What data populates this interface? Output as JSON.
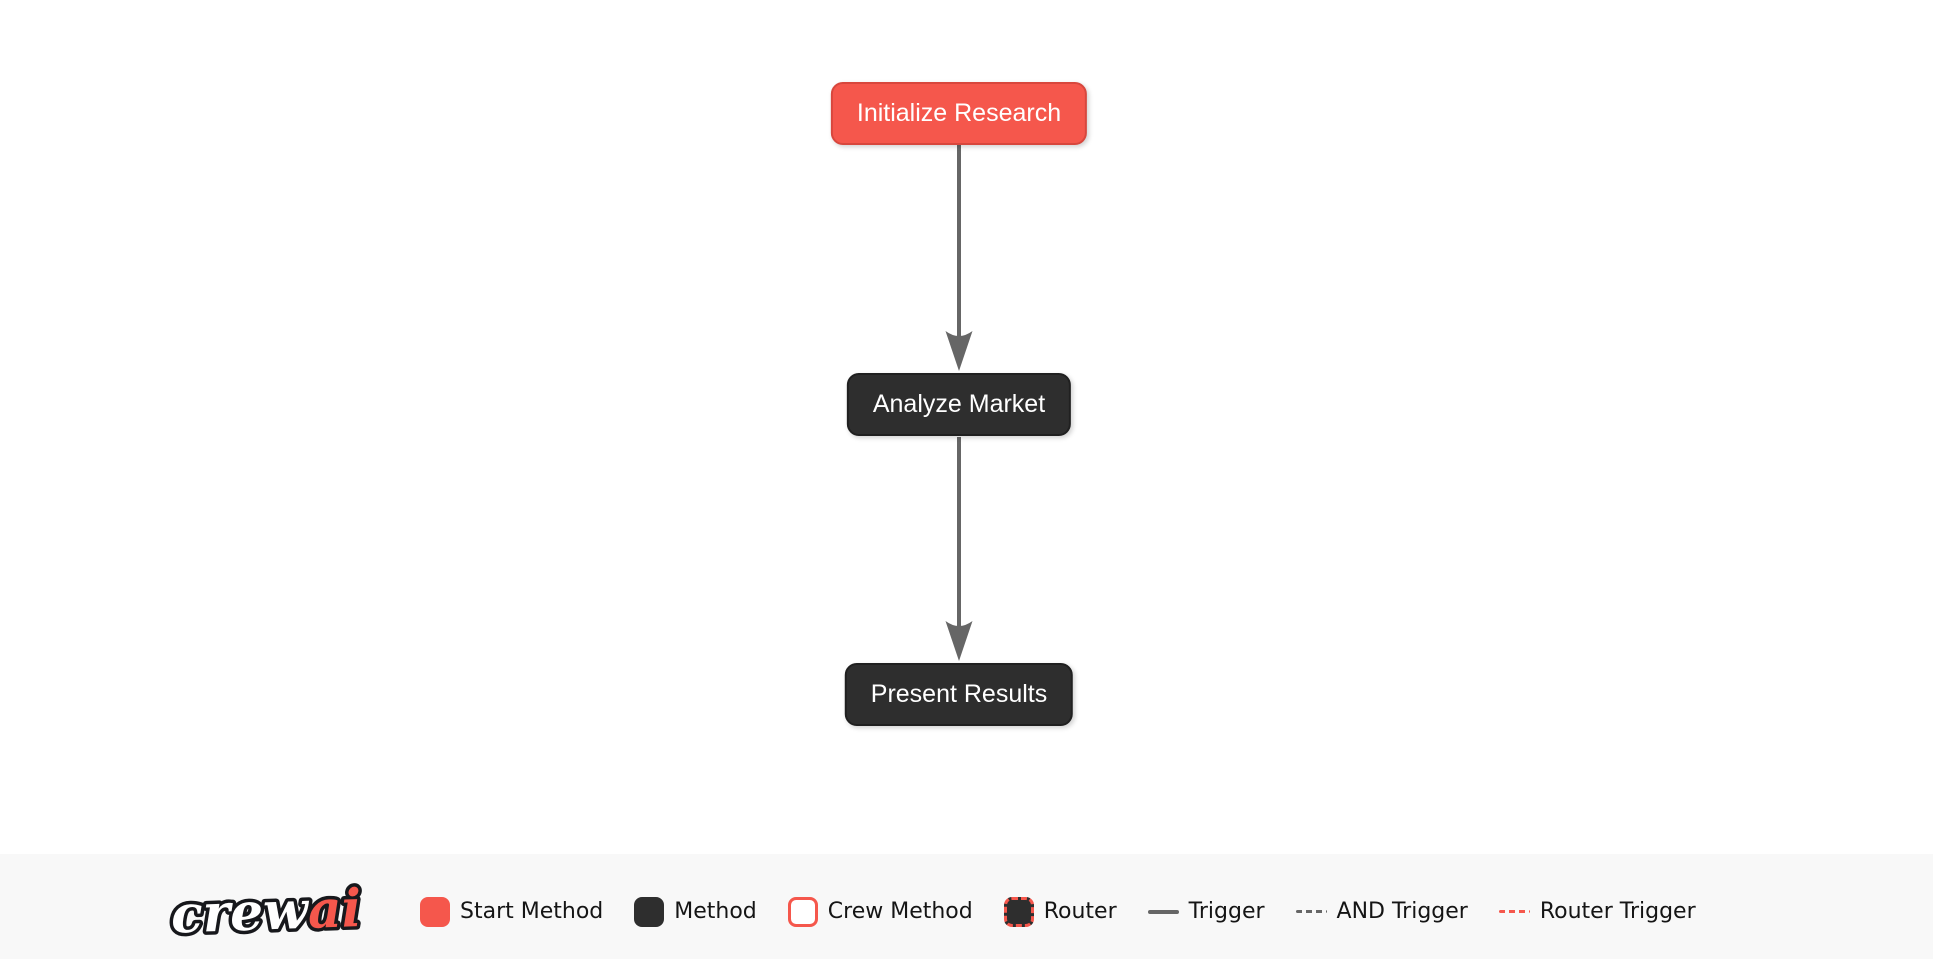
{
  "flow": {
    "nodes": [
      {
        "label": "Initialize Research",
        "type": "start-method"
      },
      {
        "label": "Analyze Market",
        "type": "method"
      },
      {
        "label": "Present Results",
        "type": "method"
      }
    ],
    "edges": [
      {
        "from": "Initialize Research",
        "to": "Analyze Market",
        "type": "trigger"
      },
      {
        "from": "Analyze Market",
        "to": "Present Results",
        "type": "trigger"
      }
    ]
  },
  "legend": {
    "logo": {
      "part1": "crew",
      "part2": "ai"
    },
    "items": [
      {
        "label": "Start Method",
        "swatch": "start-square"
      },
      {
        "label": "Method",
        "swatch": "method-square"
      },
      {
        "label": "Crew Method",
        "swatch": "crew-square"
      },
      {
        "label": "Router",
        "swatch": "router-square"
      },
      {
        "label": "Trigger",
        "swatch": "solid-gray-line"
      },
      {
        "label": "AND Trigger",
        "swatch": "dashed-gray-line"
      },
      {
        "label": "Router Trigger",
        "swatch": "dashed-red-line"
      }
    ]
  },
  "colors": {
    "start_method": "#F5574C",
    "start_method_border": "#D8473D",
    "method": "#2E2E2E",
    "method_border": "#202020",
    "edge": "#666666",
    "legend_bg": "#F8F8F8",
    "text": "#151515",
    "node_text": "#FFFFFF"
  }
}
